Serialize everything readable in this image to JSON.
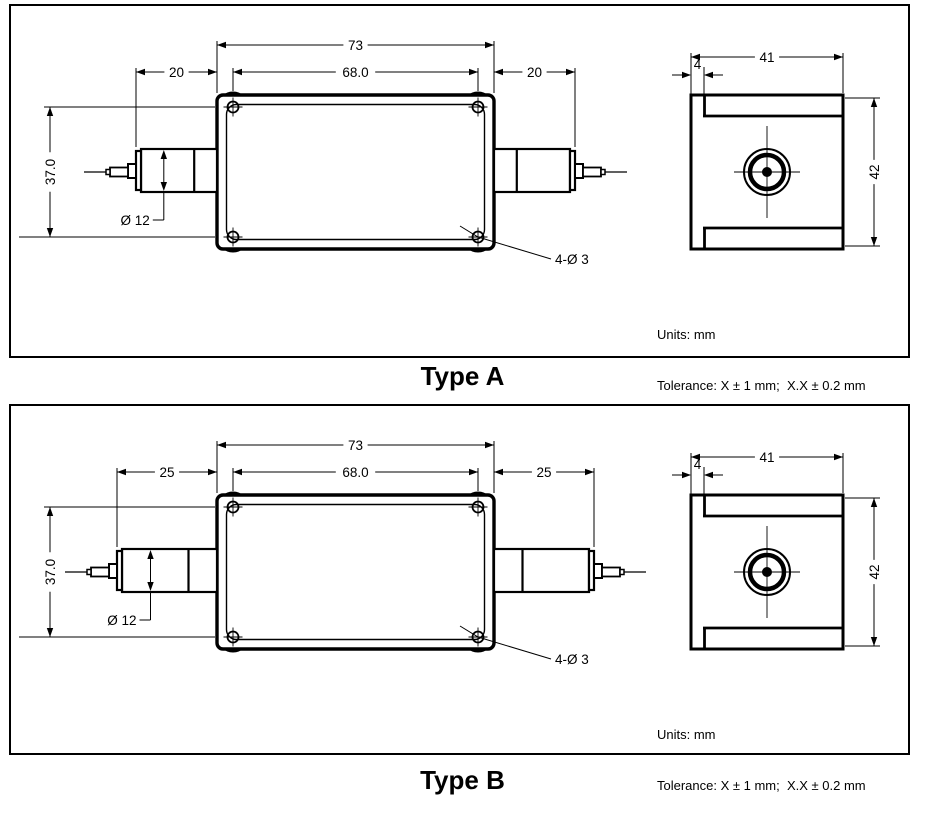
{
  "sheet": {
    "background": "#ffffff",
    "line_color": "#000000"
  },
  "panels": [
    {
      "title": "Type A",
      "side_view": {
        "overall_width": "73",
        "hole_spacing_horizontal": "68.0",
        "left_connector_length": "20",
        "right_connector_length": "20",
        "hole_spacing_vertical": "37.0",
        "connector_diameter": "Ø 12",
        "mounting_holes": "4-Ø 3"
      },
      "end_view": {
        "width": "41",
        "step": "4",
        "height": "42"
      },
      "notes": {
        "units": "Units: mm",
        "tolerance": "Tolerance: X ± 1 mm;  X.X ± 0.2 mm"
      }
    },
    {
      "title": "Type B",
      "side_view": {
        "overall_width": "73",
        "hole_spacing_horizontal": "68.0",
        "left_connector_length": "25",
        "right_connector_length": "25",
        "hole_spacing_vertical": "37.0",
        "connector_diameter": "Ø 12",
        "mounting_holes": "4-Ø 3"
      },
      "end_view": {
        "width": "41",
        "step": "4",
        "height": "42"
      },
      "notes": {
        "units": "Units: mm",
        "tolerance": "Tolerance: X ± 1 mm;  X.X ± 0.2 mm"
      }
    }
  ]
}
